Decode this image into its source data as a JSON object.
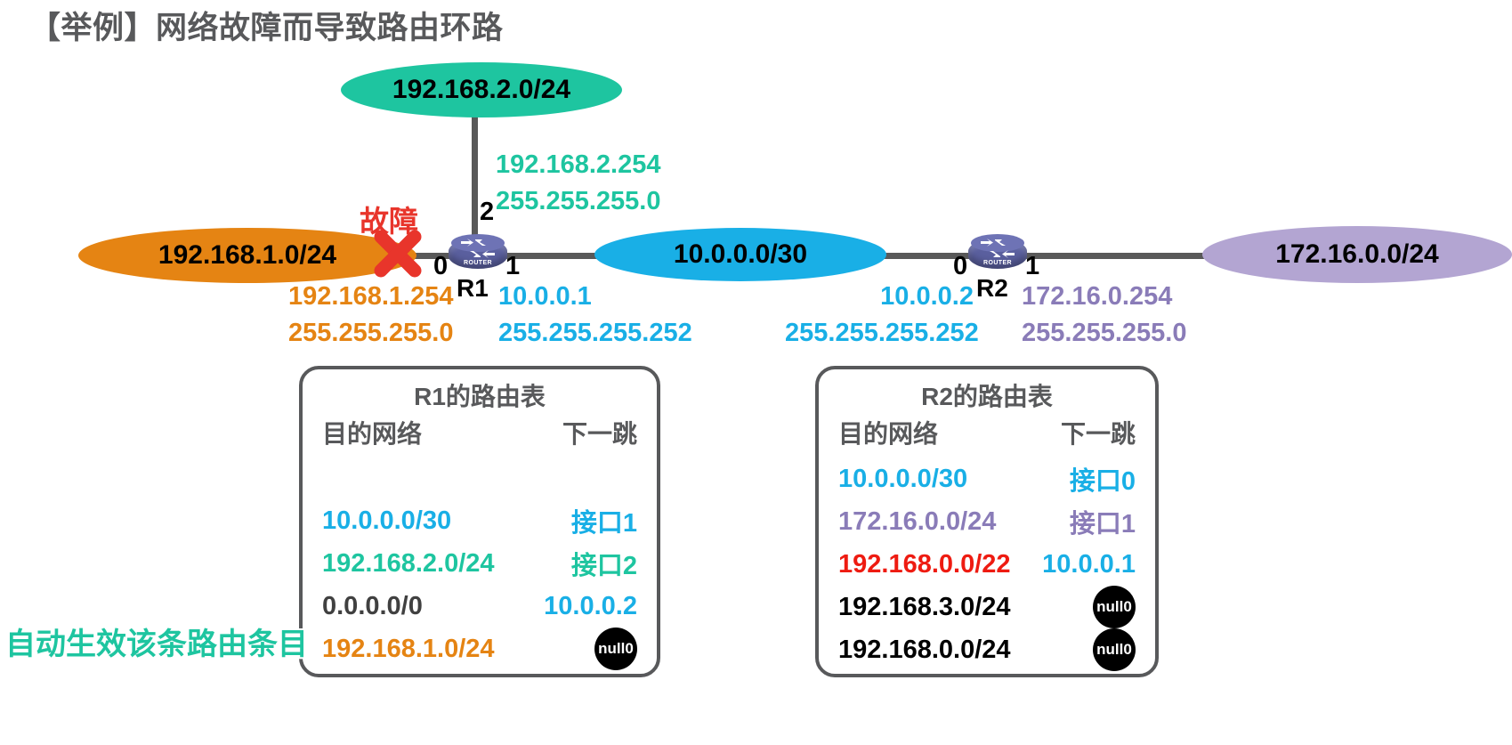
{
  "page_title": "【举例】网络故障而导致路由环路",
  "clouds": [
    {
      "id": "net2",
      "label": "192.168.2.0/24",
      "color": "#1EC5A0"
    },
    {
      "id": "net1",
      "label": "192.168.1.0/24",
      "color": "#E58413"
    },
    {
      "id": "wan",
      "label": "10.0.0.0/30",
      "color": "#19AFE6"
    },
    {
      "id": "net172",
      "label": "172.16.0.0/24",
      "color": "#B3A5D2"
    }
  ],
  "routers": [
    {
      "id": "r1",
      "name": "R1",
      "icon": "router-icon",
      "caption": "ROUTER",
      "ports": [
        "0",
        "1",
        "2"
      ]
    },
    {
      "id": "r2",
      "name": "R2",
      "icon": "router-icon",
      "caption": "ROUTER",
      "ports": [
        "0",
        "1"
      ]
    }
  ],
  "fault": {
    "label": "故障",
    "marker": "red-x-icon",
    "color": "#E8352B"
  },
  "interfaces": {
    "r1_e0": {
      "ip": "192.168.1.254",
      "mask": "255.255.255.0",
      "color": "#E58413"
    },
    "r1_e1": {
      "ip": "10.0.0.1",
      "mask": "255.255.255.252",
      "color": "#19AFE6"
    },
    "r1_e2": {
      "ip": "192.168.2.254",
      "mask": "255.255.255.0",
      "color": "#1EC5A0"
    },
    "r2_e0": {
      "ip": "10.0.0.2",
      "mask": "255.255.255.252",
      "color": "#19AFE6"
    },
    "r2_e1": {
      "ip": "172.16.0.254",
      "mask": "255.255.255.0",
      "color": "#8a7cb8"
    }
  },
  "tables": {
    "r1": {
      "title": "R1的路由表",
      "col_dest": "目的网络",
      "col_hop": "下一跳",
      "rows": [
        {
          "dest": "10.0.0.0/30",
          "dest_color": "#19AFE6",
          "hop": "接口1",
          "hop_color": "#19AFE6",
          "hop_type": "text"
        },
        {
          "dest": "192.168.2.0/24",
          "dest_color": "#1EC5A0",
          "hop": "接口2",
          "hop_color": "#1EC5A0",
          "hop_type": "text"
        },
        {
          "dest": "0.0.0.0/0",
          "dest_color": "#404040",
          "hop": "10.0.0.2",
          "hop_color": "#19AFE6",
          "hop_type": "text"
        },
        {
          "dest": "192.168.1.0/24",
          "dest_color": "#E58413",
          "hop": "null0",
          "hop_color": "#ffffff",
          "hop_type": "badge"
        }
      ]
    },
    "r2": {
      "title": "R2的路由表",
      "col_dest": "目的网络",
      "col_hop": "下一跳",
      "rows": [
        {
          "dest": "10.0.0.0/30",
          "dest_color": "#19AFE6",
          "hop": "接口0",
          "hop_color": "#19AFE6",
          "hop_type": "text"
        },
        {
          "dest": "172.16.0.0/24",
          "dest_color": "#8a7cb8",
          "hop": "接口1",
          "hop_color": "#8a7cb8",
          "hop_type": "text"
        },
        {
          "dest": "192.168.0.0/22",
          "dest_color": "#EE1B11",
          "hop": "10.0.0.1",
          "hop_color": "#19AFE6",
          "hop_type": "text"
        },
        {
          "dest": "192.168.3.0/24",
          "dest_color": "#000000",
          "hop": "null0",
          "hop_color": "#ffffff",
          "hop_type": "badge"
        },
        {
          "dest": "192.168.0.0/24",
          "dest_color": "#000000",
          "hop": "null0",
          "hop_color": "#ffffff",
          "hop_type": "badge"
        }
      ]
    }
  },
  "auto_note": "自动生效该条路由条目"
}
